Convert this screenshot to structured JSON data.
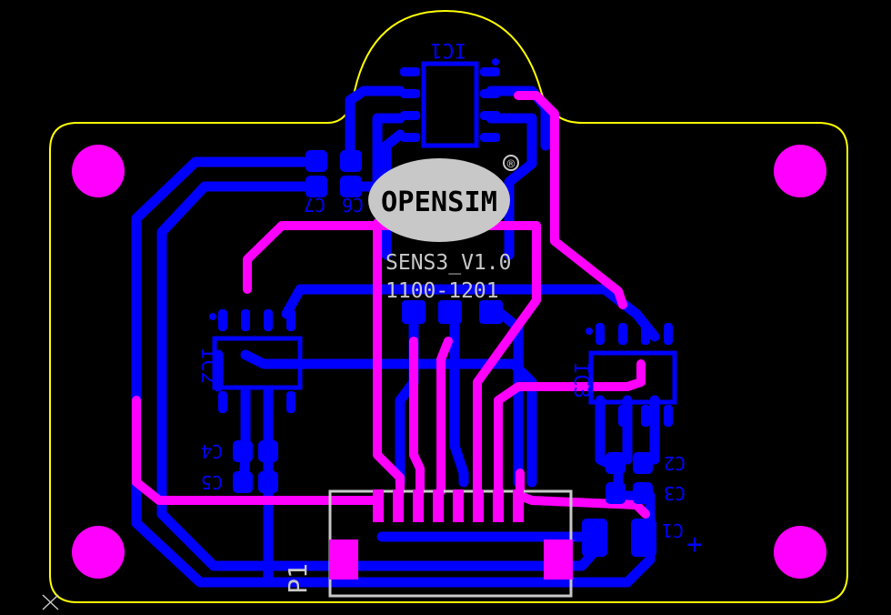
{
  "board": {
    "silkscreen_lines": [
      "SENS3_V1.0",
      "1100-1201"
    ],
    "logo_text": "OPENSIM",
    "registered_mark": "®",
    "refdes": {
      "ic1": "IC1",
      "ic2": "IC2",
      "ic3": "IC3",
      "c1": "C1",
      "c2": "C2",
      "c3": "C3",
      "c4": "C4",
      "c5": "C5",
      "c6": "C6",
      "c7": "C7",
      "p1": "P1"
    },
    "polarity_mark": "+"
  },
  "colors": {
    "background": "#000000",
    "outline": "#ffff00",
    "bottom_copper": "#0000ff",
    "top_copper": "#ff00ff",
    "silkscreen": "#c8c8c8",
    "logo_fill": "#c8c8c8",
    "origin_marker": "#c8c8c8"
  }
}
